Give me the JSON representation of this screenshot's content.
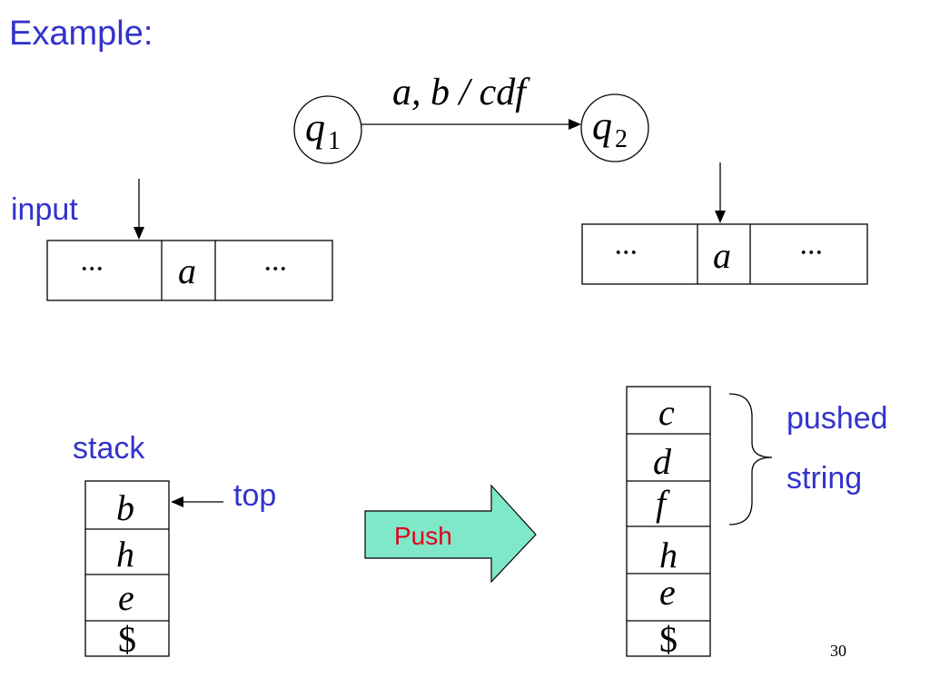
{
  "slide": {
    "title": "Example:",
    "page_number": "30"
  },
  "transition": {
    "from_state": "q",
    "from_state_sub": "1",
    "to_state": "q",
    "to_state_sub": "2",
    "label": "a, b / cdf"
  },
  "input_tape": {
    "label": "input",
    "before": [
      "···",
      "a",
      "···"
    ],
    "after": [
      "···",
      "a",
      "···"
    ]
  },
  "stack": {
    "label": "stack",
    "top_label": "top",
    "before": [
      "b",
      "h",
      "e",
      "$"
    ],
    "after": [
      "c",
      "d",
      "f",
      "h",
      "e",
      "$"
    ],
    "pushed_label_line1": "pushed",
    "pushed_label_line2": "string"
  },
  "operation": {
    "label": "Push",
    "arrow_color": "#7fe8c8",
    "label_color": "#e0001a"
  },
  "colors": {
    "text_blue": "#3333cc",
    "ink": "#000000"
  }
}
